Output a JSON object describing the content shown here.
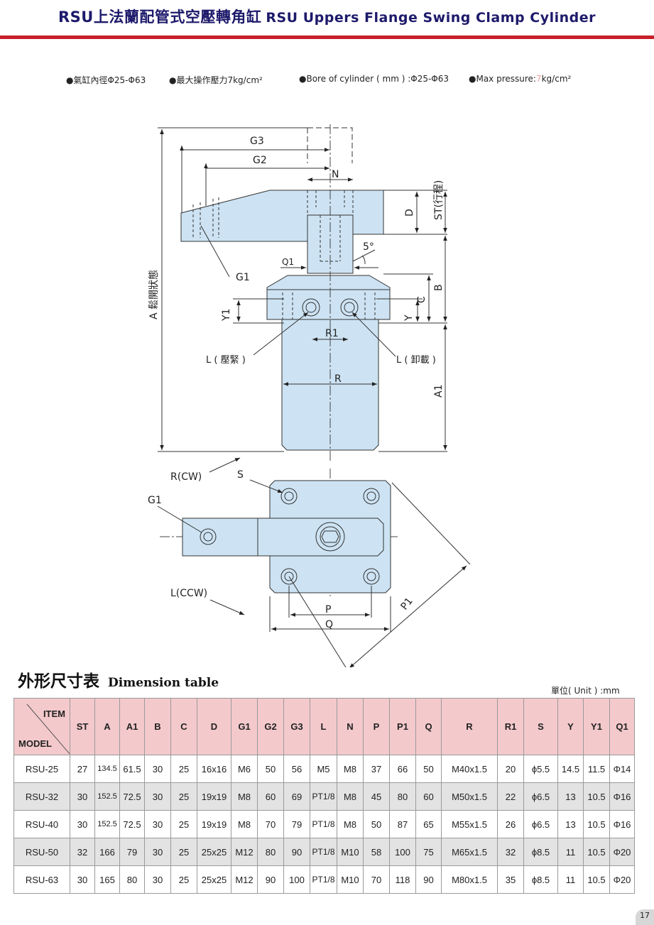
{
  "header": {
    "title_cn": "RSU上法蘭配管式空壓轉角缸",
    "title_en": "RSU Uppers Flange Swing Clamp Cylinder"
  },
  "specs": {
    "cn_bore": "●氣缸內徑Φ25-Φ63",
    "cn_pressure": "●最大操作壓力7kg/cm²",
    "en_bore": "●Bore of cylinder ( mm ) :Φ25-Φ63",
    "en_pressure_label": "●Max pressure:",
    "en_pressure_value": "7",
    "en_pressure_unit": "kg/cm²"
  },
  "drawing": {
    "labels": {
      "G3": "G3",
      "G2": "G2",
      "N": "N",
      "D": "D",
      "ST": "ST(行程)",
      "G1": "G1",
      "angle": "5°",
      "Q1": "Q1",
      "B": "B",
      "C": "C",
      "Y1": "Y1",
      "Y": "Y",
      "R1": "R1",
      "A": "A 鬆開狀態",
      "L_clamp": "L ( 壓緊 )",
      "L_release": "L ( 卸載 )",
      "R": "R",
      "A1": "A1",
      "R_cw": "R(CW)",
      "S": "S",
      "G1_plan": "G1",
      "L_ccw": "L(CCW)",
      "P": "P",
      "Q": "Q",
      "P1": "P1"
    }
  },
  "table": {
    "title_cn": "外形尺寸表",
    "title_en": "Dimension table",
    "unit": "單位( Unit ) :mm",
    "corner_item": "ITEM",
    "corner_model": "MODEL",
    "headers": [
      "ST",
      "A",
      "A1",
      "B",
      "C",
      "D",
      "G1",
      "G2",
      "G3",
      "L",
      "N",
      "P",
      "P1",
      "Q",
      "R",
      "R1",
      "S",
      "Y",
      "Y1",
      "Q1"
    ],
    "rows": [
      [
        "RSU-25",
        "27",
        "134.5",
        "61.5",
        "30",
        "25",
        "16x16",
        "M6",
        "50",
        "56",
        "M5",
        "M8",
        "37",
        "66",
        "50",
        "M40x1.5",
        "20",
        "ϕ5.5",
        "14.5",
        "11.5",
        "Φ14"
      ],
      [
        "RSU-32",
        "30",
        "152.5",
        "72.5",
        "30",
        "25",
        "19x19",
        "M8",
        "60",
        "69",
        "PT1/8",
        "M8",
        "45",
        "80",
        "60",
        "M50x1.5",
        "22",
        "ϕ6.5",
        "13",
        "10.5",
        "Φ16"
      ],
      [
        "RSU-40",
        "30",
        "152.5",
        "72.5",
        "30",
        "25",
        "19x19",
        "M8",
        "70",
        "79",
        "PT1/8",
        "M8",
        "50",
        "87",
        "65",
        "M55x1.5",
        "26",
        "ϕ6.5",
        "13",
        "10.5",
        "Φ16"
      ],
      [
        "RSU-50",
        "32",
        "166",
        "79",
        "30",
        "25",
        "25x25",
        "M12",
        "80",
        "90",
        "PT1/8",
        "M10",
        "58",
        "100",
        "75",
        "M65x1.5",
        "32",
        "ϕ8.5",
        "11",
        "10.5",
        "Φ20"
      ],
      [
        "RSU-63",
        "30",
        "165",
        "80",
        "30",
        "25",
        "25x25",
        "M12",
        "90",
        "100",
        "PT1/8",
        "M10",
        "70",
        "118",
        "90",
        "M80x1.5",
        "35",
        "ϕ8.5",
        "11",
        "10.5",
        "Φ20"
      ]
    ]
  },
  "page_number": "17",
  "colors": {
    "title": "#1d1a6b",
    "accent_bar": "#c8202a",
    "part_fill": "#cde3f3",
    "header_fill": "#f4c9cc",
    "alt_row": "#e3e3e3"
  }
}
